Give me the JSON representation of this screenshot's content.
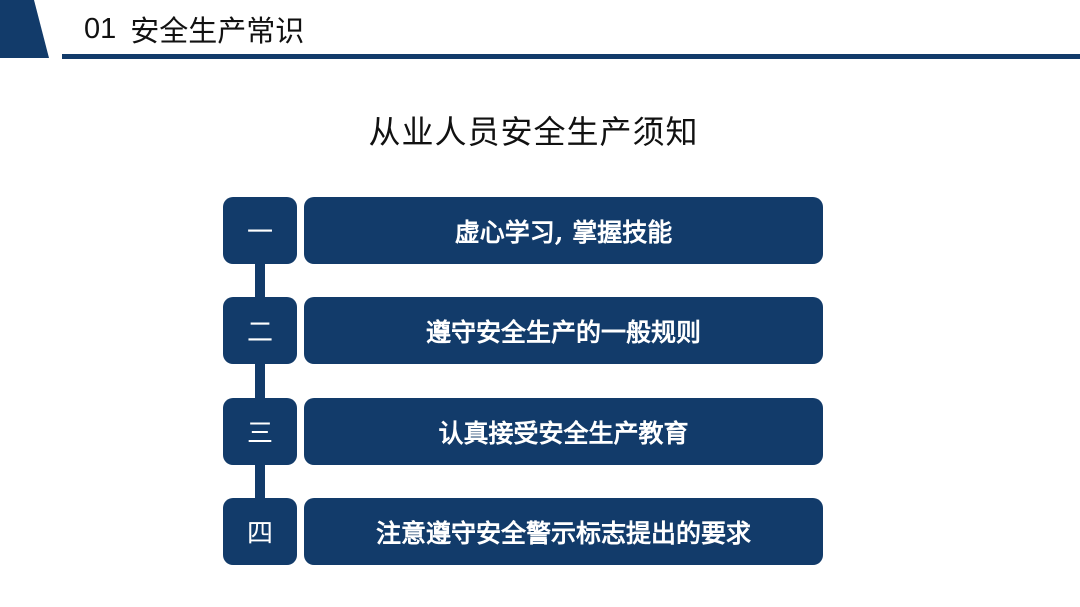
{
  "header": {
    "number": "01",
    "title": "安全生产常识"
  },
  "slide": {
    "title": "从业人员安全生产须知"
  },
  "items": [
    {
      "num": "一",
      "text": "虚心学习, 掌握技能"
    },
    {
      "num": "二",
      "text": "遵守安全生产的一般规则"
    },
    {
      "num": "三",
      "text": "认真接受安全生产教育"
    },
    {
      "num": "四",
      "text": "注意遵守安全警示标志提出的要求"
    }
  ],
  "colors": {
    "primary": "#123b6a",
    "text": "#111111",
    "background": "#ffffff"
  }
}
